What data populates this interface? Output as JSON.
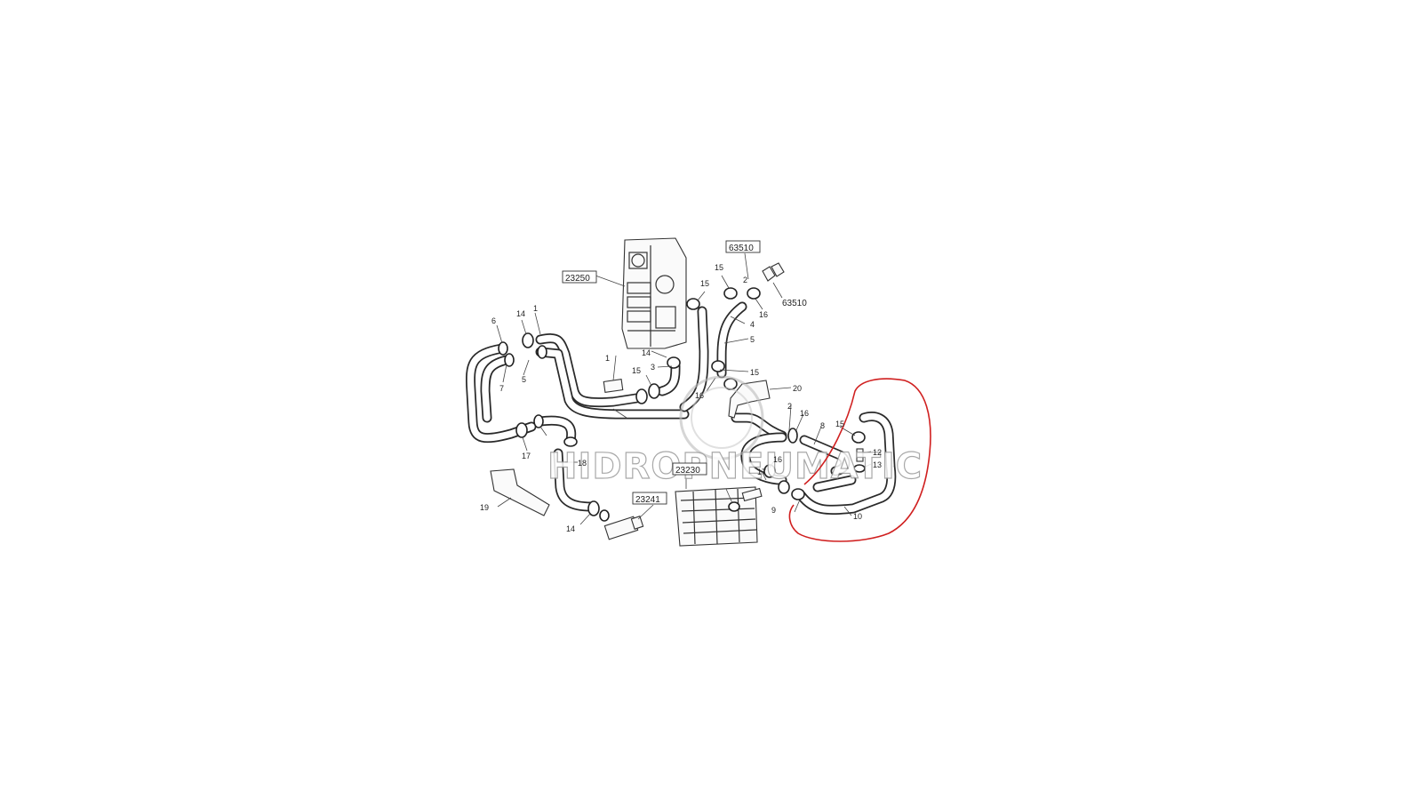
{
  "diagram": {
    "labels": {
      "l1a": "1",
      "l1b": "1",
      "l2a": "2",
      "l2b": "2",
      "l3": "3",
      "l4": "4",
      "l5": "5",
      "l5b": "5",
      "l6": "6",
      "l7": "7",
      "l8": "8",
      "l9": "9",
      "l10": "10",
      "l12": "12",
      "l13": "13",
      "l14a": "14",
      "l14b": "14",
      "l14c": "14",
      "l15a": "15",
      "l15b": "15",
      "l15c": "15",
      "l15d": "15",
      "l15e": "15",
      "l16a": "16",
      "l16b": "16",
      "l16c": "16",
      "l16d": "16",
      "l17a": "17",
      "l17b": "17",
      "l18": "18",
      "l19": "19",
      "l20": "20"
    },
    "boxed_labels": {
      "b23250": "23250",
      "b63510a": "63510",
      "b63510b": "63510",
      "b23230": "23230",
      "b23241": "23241"
    },
    "watermark": "HIDROPNEUMATIC",
    "highlight_color": "#d02020"
  }
}
